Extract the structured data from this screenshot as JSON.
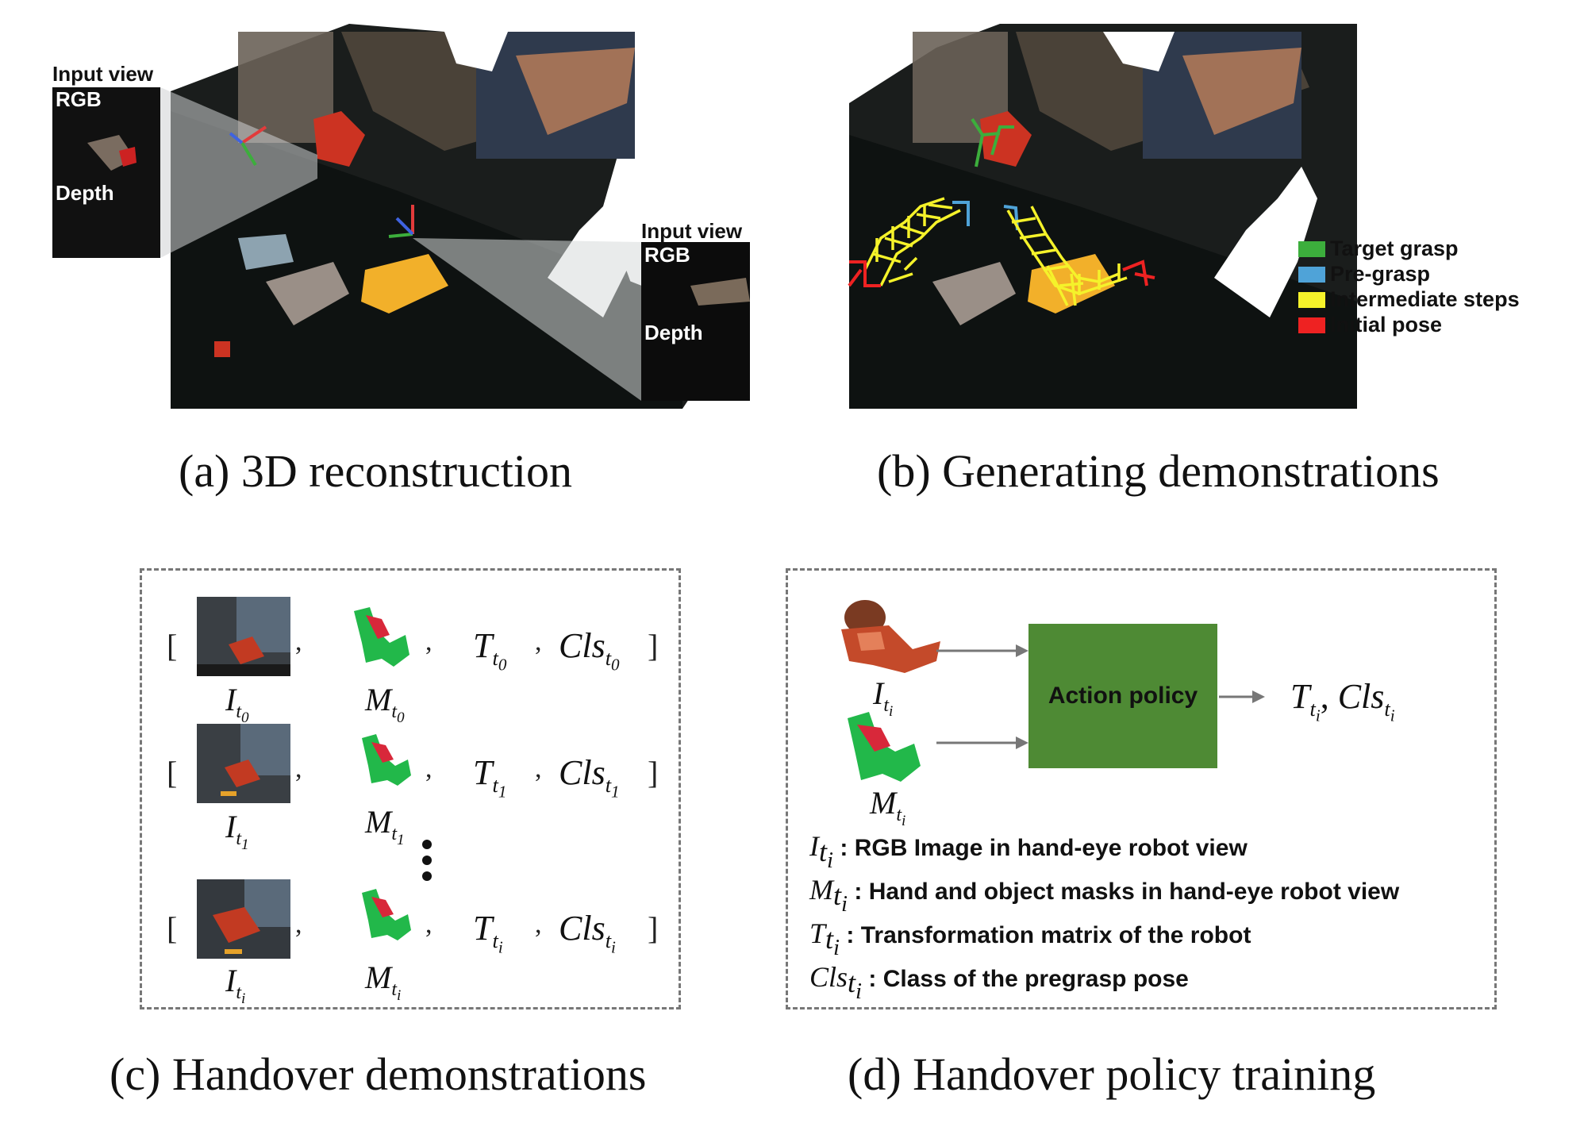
{
  "panel_a": {
    "caption": "(a) 3D reconstruction",
    "inset_left": {
      "title": "Input view",
      "rgb": "RGB",
      "depth": "Depth"
    },
    "inset_right": {
      "title": "Input view",
      "rgb": "RGB",
      "depth": "Depth"
    }
  },
  "panel_b": {
    "caption": "(b) Generating demonstrations",
    "legend": [
      {
        "label": "Target grasp",
        "color": "#3cae3c"
      },
      {
        "label": "Pre-grasp",
        "color": "#4fa3d8"
      },
      {
        "label": "Intermediate steps",
        "color": "#f5f22a"
      },
      {
        "label": "Initial pose",
        "color": "#ee2222"
      }
    ]
  },
  "panel_c": {
    "caption": "(c) Handover demonstrations",
    "rows": [
      {
        "open": "[",
        "image_label": "I",
        "image_sub": "t",
        "image_subsub": "0",
        "mask_label": "M",
        "mask_sub": "t",
        "mask_subsub": "0",
        "t_label": "T",
        "t_sub": "t",
        "t_subsub": "0",
        "cls_label": "Cls",
        "cls_sub": "t",
        "cls_subsub": "0",
        "close": "]",
        "comma": ","
      },
      {
        "open": "[",
        "image_label": "I",
        "image_sub": "t",
        "image_subsub": "1",
        "mask_label": "M",
        "mask_sub": "t",
        "mask_subsub": "1",
        "t_label": "T",
        "t_sub": "t",
        "t_subsub": "1",
        "cls_label": "Cls",
        "cls_sub": "t",
        "cls_subsub": "1",
        "close": "]",
        "comma": ","
      },
      {
        "open": "[",
        "image_label": "I",
        "image_sub": "t",
        "image_subsub": "i",
        "mask_label": "M",
        "mask_sub": "t",
        "mask_subsub": "i",
        "t_label": "T",
        "t_sub": "t",
        "t_subsub": "i",
        "cls_label": "Cls",
        "cls_sub": "t",
        "cls_subsub": "i",
        "close": "]",
        "comma": ","
      }
    ]
  },
  "panel_d": {
    "caption": "(d) Handover policy training",
    "policy_box": "Action policy",
    "box_color": "#4e8a34",
    "input_image_label": "I",
    "input_image_sub": "t",
    "input_image_subsub": "i",
    "input_mask_label": "M",
    "input_mask_sub": "t",
    "input_mask_subsub": "i",
    "output_t": "T",
    "output_t_sub": "t",
    "output_t_subsub": "i",
    "output_sep": ",",
    "output_cls": "Cls",
    "output_cls_sub": "t",
    "output_cls_subsub": "i",
    "definitions": [
      {
        "sym": "I",
        "sub": "t",
        "subsub": "i",
        "text": ": RGB Image in hand-eye robot view"
      },
      {
        "sym": "M",
        "sub": "t",
        "subsub": "i",
        "text": ": Hand and object masks in hand-eye robot view"
      },
      {
        "sym": "T",
        "sub": "t",
        "subsub": "i",
        "text": ": Transformation matrix of the robot"
      },
      {
        "sym": "Cls",
        "sub": "t",
        "subsub": "i",
        "text": ": Class of the pregrasp pose"
      }
    ]
  }
}
